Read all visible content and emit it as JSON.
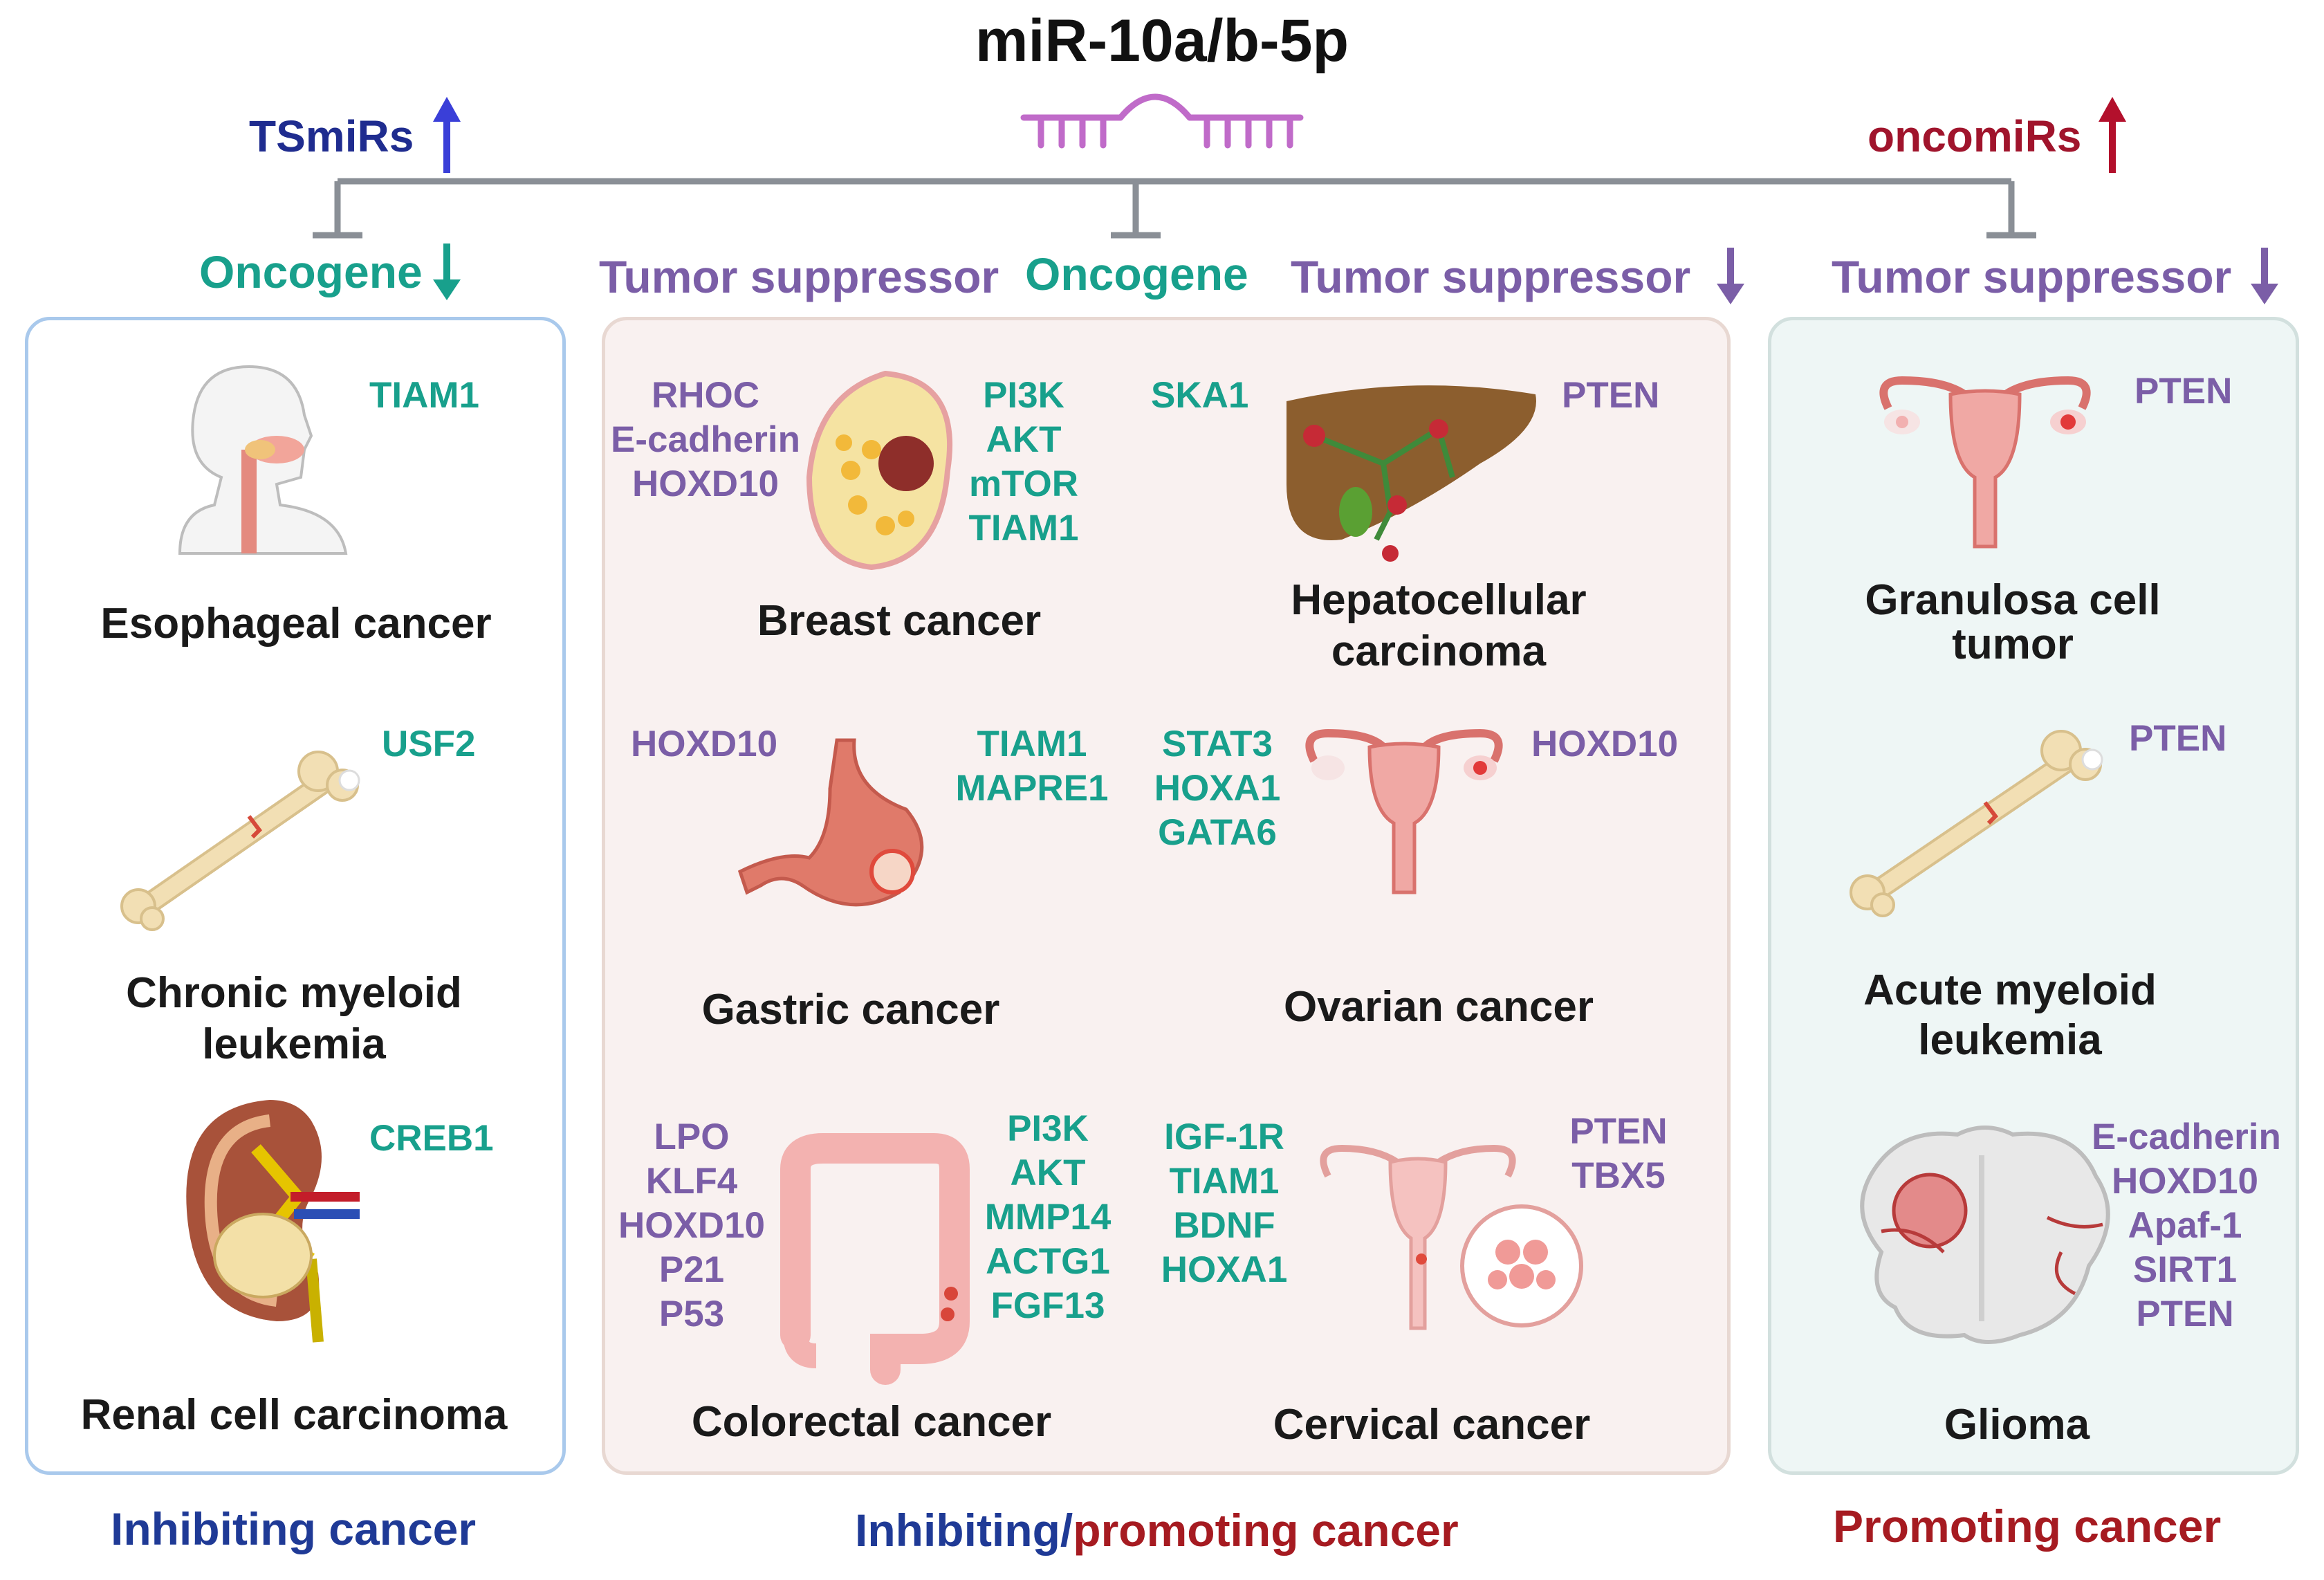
{
  "title": "miR-10a/b-5p",
  "roles": {
    "tsmirs": "TSmiRs",
    "oncomirs": "oncomiRs"
  },
  "headers": {
    "left_oncogene": "Oncogene",
    "mid_tumor_suppressor_left": "Tumor suppressor",
    "mid_oncogene": "Oncogene",
    "mid_tumor_suppressor_right": "Tumor suppressor",
    "right_tumor_suppressor": "Tumor suppressor"
  },
  "left_panel": {
    "esophageal": {
      "name": "Esophageal cancer",
      "oncogenes": [
        "TIAM1"
      ]
    },
    "cml": {
      "name_line1": "Chronic myeloid",
      "name_line2": "leukemia",
      "oncogenes": [
        "USF2"
      ]
    },
    "rcc": {
      "name": "Renal cell carcinoma",
      "oncogenes": [
        "CREB1"
      ]
    }
  },
  "mid_panel": {
    "breast": {
      "name": "Breast cancer",
      "suppressors": [
        "RHOC",
        "E-cadherin",
        "HOXD10"
      ],
      "oncogenes": [
        "PI3K",
        "AKT",
        "mTOR",
        "TIAM1"
      ]
    },
    "hcc": {
      "name_line1": "Hepatocellular",
      "name_line2": "carcinoma",
      "oncogenes": [
        "SKA1"
      ],
      "suppressors": [
        "PTEN"
      ]
    },
    "gastric": {
      "name": "Gastric cancer",
      "suppressors": [
        "HOXD10"
      ],
      "oncogenes": [
        "TIAM1",
        "MAPRE1"
      ]
    },
    "ovarian": {
      "name": "Ovarian cancer",
      "oncogenes": [
        "STAT3",
        "HOXA1",
        "GATA6"
      ],
      "suppressors": [
        "HOXD10"
      ]
    },
    "colorectal": {
      "name": "Colorectal cancer",
      "suppressors": [
        "LPO",
        "KLF4",
        "HOXD10",
        "P21",
        "P53"
      ],
      "oncogenes": [
        "PI3K",
        "AKT",
        "MMP14",
        "ACTG1",
        "FGF13"
      ]
    },
    "cervical": {
      "name": "Cervical cancer",
      "oncogenes": [
        "IGF-1R",
        "TIAM1",
        "BDNF",
        "HOXA1"
      ],
      "suppressors": [
        "PTEN",
        "TBX5"
      ]
    }
  },
  "right_panel": {
    "granulosa": {
      "name_line1": "Granulosa cell",
      "name_line2": "tumor",
      "suppressors": [
        "PTEN"
      ]
    },
    "aml": {
      "name_line1": "Acute myeloid",
      "name_line2": "leukemia",
      "suppressors": [
        "PTEN"
      ]
    },
    "glioma": {
      "name": "Glioma",
      "suppressors": [
        "E-cadherin",
        "HOXD10",
        "Apaf-1",
        "SIRT1",
        "PTEN"
      ]
    }
  },
  "footer": {
    "left": "Inhibiting cancer",
    "mid_part1": "Inhibiting/",
    "mid_part2": "promoting cancer",
    "right": "Promoting cancer"
  },
  "colors": {
    "oncogene": "#18a08c",
    "tumor_suppressor": "#7b5ea7",
    "tsmirs": "#1f2c8f",
    "oncomirs": "#a0142c"
  }
}
